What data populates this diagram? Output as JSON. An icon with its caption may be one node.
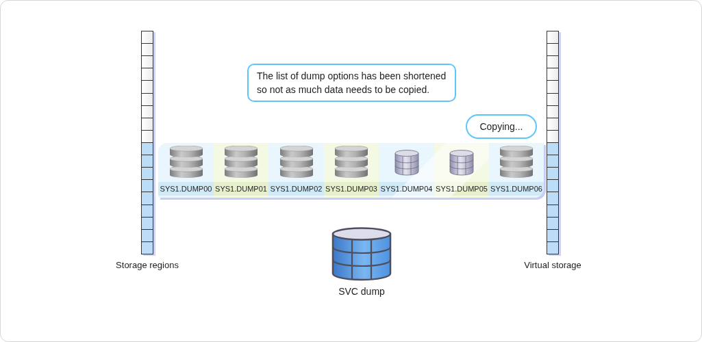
{
  "diagram": {
    "nodes": [
      {
        "text": [
          "Storage regions"
        ]
      },
      {
        "text": [
          "The list of dump options has been shortened so not as much data needs to be copied."
        ]
      },
      {
        "text": [
          "Copying..."
        ]
      },
      {
        "text": [],
        "shape": "box"
      },
      {
        "text": [
          "SYS1.DUMP00"
        ],
        "in": 3
      },
      {
        "text": [
          "SYS1.DUMP01"
        ],
        "in": 3
      },
      {
        "text": [
          "SYS1.DUMP02"
        ],
        "in": 3
      },
      {
        "text": [
          "SYS1.DUMP03"
        ],
        "in": 3
      },
      {
        "text": [
          "SYS1.DUMP04"
        ],
        "in": 3
      },
      {
        "text": [
          "SYS1.DUMP05"
        ],
        "in": 3
      },
      {
        "text": [
          "SYS1.DUMP06"
        ],
        "in": 3
      },
      {
        "text": [
          "Virtual storage"
        ]
      },
      {
        "text": [
          "SVC dump"
        ]
      }
    ]
  }
}
